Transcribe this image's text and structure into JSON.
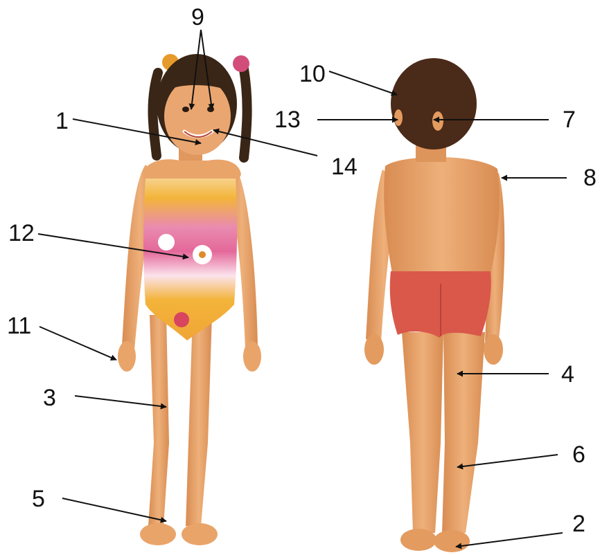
{
  "labels": {
    "n1": "1",
    "n2": "2",
    "n3": "3",
    "n4": "4",
    "n5": "5",
    "n6": "6",
    "n7": "7",
    "n8": "8",
    "n9": "9",
    "n10": "10",
    "n11": "11",
    "n12": "12",
    "n13": "13",
    "n14": "14"
  },
  "colors": {
    "background": "#ffffff",
    "skin": "#e9a46a",
    "skin_shade": "#c97b43",
    "girl_hair": "#3a2616",
    "boy_hair": "#4a2a18",
    "swimsuit_yellow": "#f3b43a",
    "swimsuit_pink": "#e4689a",
    "boy_briefs": "#d9584a",
    "arrow": "#111111"
  }
}
